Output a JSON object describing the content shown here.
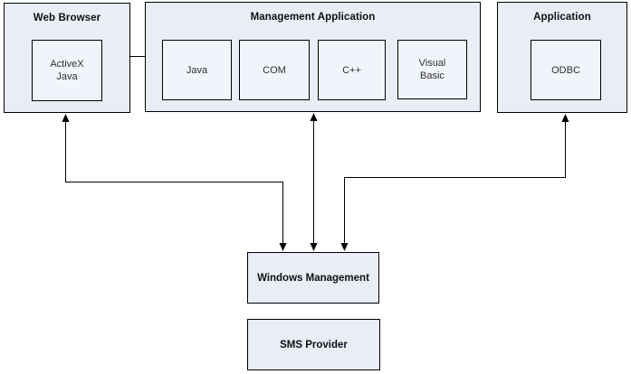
{
  "diagram": {
    "boxes": {
      "web_browser": {
        "title": "Web Browser",
        "child": "ActiveX\nJava"
      },
      "management_application": {
        "title": "Management Application",
        "children": [
          "Java",
          "COM",
          "C++",
          "Visual\nBasic"
        ]
      },
      "application": {
        "title": "Application",
        "child": "ODBC"
      },
      "windows_management": {
        "title": "Windows Management"
      },
      "sms_provider": {
        "title": "SMS Provider"
      }
    },
    "colors": {
      "background": "#ffffff",
      "box_fill": "#e8edf6",
      "inner_box_fill": "#f1f4fa",
      "border": "#000000",
      "arrow": "#000000",
      "title_text": "#101010",
      "label_text": "#303030"
    }
  }
}
